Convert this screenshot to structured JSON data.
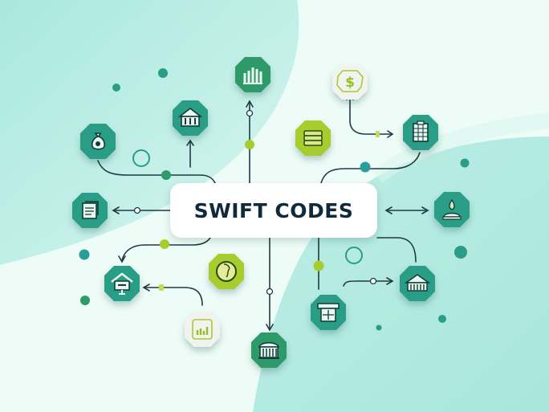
{
  "title": "SWIFT CODES",
  "colors": {
    "teal": "#2a9d86",
    "teal_dark": "#1d7f6c",
    "green": "#2f9a6a",
    "lime": "#a6cc2e",
    "white_node": "#f1f3f1",
    "line": "#1f3a44",
    "title_text": "#0f2a3a"
  },
  "nodes": [
    {
      "id": "money-bag",
      "icon": "money-bag-icon",
      "style": "teal"
    },
    {
      "id": "bank-top",
      "icon": "bank-icon",
      "style": "teal"
    },
    {
      "id": "bar-chart",
      "icon": "bar-chart-icon",
      "style": "green"
    },
    {
      "id": "dollar",
      "icon": "dollar-icon",
      "style": "white"
    },
    {
      "id": "cash-stack",
      "icon": "cash-stack-icon",
      "style": "lime"
    },
    {
      "id": "clipboard",
      "icon": "clipboard-icon",
      "style": "teal"
    },
    {
      "id": "document",
      "icon": "document-icon",
      "style": "teal"
    },
    {
      "id": "person",
      "icon": "person-icon",
      "style": "teal"
    },
    {
      "id": "house-money",
      "icon": "house-money-icon",
      "style": "teal"
    },
    {
      "id": "globe-coin",
      "icon": "globe-coin-icon",
      "style": "lime"
    },
    {
      "id": "small-chart",
      "icon": "small-chart-icon",
      "style": "white"
    },
    {
      "id": "bank-bottom",
      "icon": "bank-building-icon",
      "style": "green"
    },
    {
      "id": "atm",
      "icon": "atm-icon",
      "style": "teal"
    },
    {
      "id": "bank-right",
      "icon": "bank-roof-icon",
      "style": "teal"
    }
  ]
}
